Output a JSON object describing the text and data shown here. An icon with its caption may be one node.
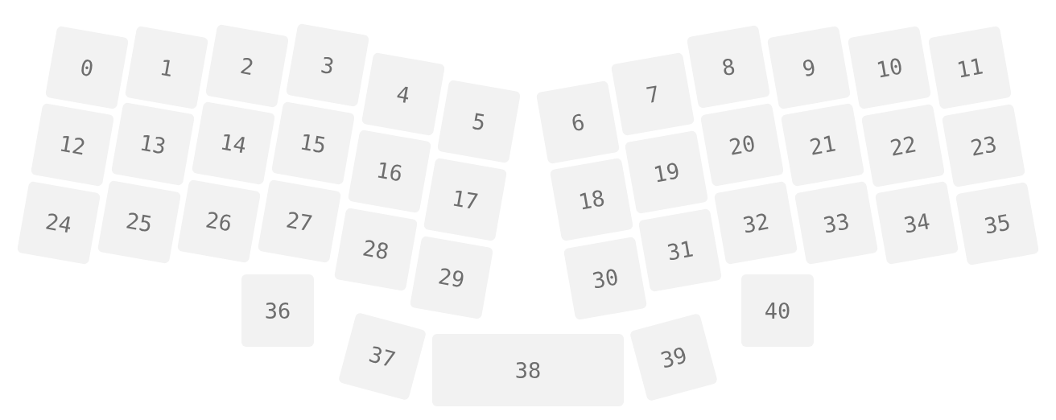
{
  "diagram": {
    "nodes": [
      {
        "text": [
          "0"
        ]
      },
      {
        "text": [
          "1"
        ]
      },
      {
        "text": [
          "2"
        ]
      },
      {
        "text": [
          "3"
        ]
      },
      {
        "text": [
          "4"
        ]
      },
      {
        "text": [
          "5"
        ]
      },
      {
        "text": [
          "6"
        ]
      },
      {
        "text": [
          "7"
        ]
      },
      {
        "text": [
          "8"
        ]
      },
      {
        "text": [
          "9"
        ]
      },
      {
        "text": [
          "10"
        ]
      },
      {
        "text": [
          "11"
        ]
      },
      {
        "text": [
          "12"
        ]
      },
      {
        "text": [
          "13"
        ]
      },
      {
        "text": [
          "14"
        ]
      },
      {
        "text": [
          "15"
        ]
      },
      {
        "text": [
          "16"
        ]
      },
      {
        "text": [
          "17"
        ]
      },
      {
        "text": [
          "18"
        ]
      },
      {
        "text": [
          "19"
        ]
      },
      {
        "text": [
          "20"
        ]
      },
      {
        "text": [
          "21"
        ]
      },
      {
        "text": [
          "22"
        ]
      },
      {
        "text": [
          "23"
        ]
      },
      {
        "text": [
          "24"
        ]
      },
      {
        "text": [
          "25"
        ]
      },
      {
        "text": [
          "26"
        ]
      },
      {
        "text": [
          "27"
        ]
      },
      {
        "text": [
          "28"
        ]
      },
      {
        "text": [
          "29"
        ]
      },
      {
        "text": [
          "30"
        ]
      },
      {
        "text": [
          "31"
        ]
      },
      {
        "text": [
          "32"
        ]
      },
      {
        "text": [
          "33"
        ]
      },
      {
        "text": [
          "34"
        ]
      },
      {
        "text": [
          "35"
        ]
      },
      {
        "text": [
          "36"
        ]
      },
      {
        "text": [
          "37"
        ]
      },
      {
        "text": [
          "38"
        ]
      },
      {
        "text": [
          "39"
        ]
      },
      {
        "text": [
          "40"
        ]
      }
    ]
  }
}
